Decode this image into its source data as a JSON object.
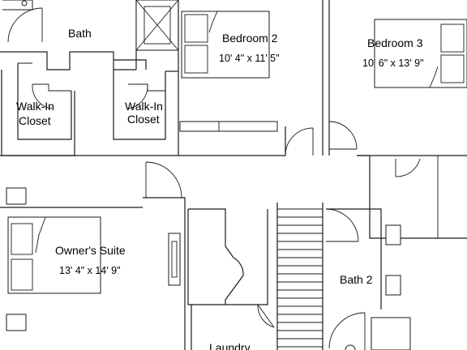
{
  "rooms": {
    "bath": {
      "name": "Bath"
    },
    "walk_in_closet_left": {
      "line1": "Walk-In",
      "line2": "Closet"
    },
    "walk_in_closet_right": {
      "line1": "Walk-In",
      "line2": "Closet"
    },
    "bedroom_2": {
      "name": "Bedroom 2",
      "dimensions": "10' 4\" x 11' 5\""
    },
    "bedroom_3": {
      "name": "Bedroom 3",
      "dimensions": "10' 6\" x 13' 9\""
    },
    "owners_suite": {
      "name": "Owner's Suite",
      "dimensions": "13' 4\" x 14' 9\""
    },
    "bath_2": {
      "name": "Bath 2"
    },
    "laundry": {
      "name": "Laundry"
    }
  }
}
